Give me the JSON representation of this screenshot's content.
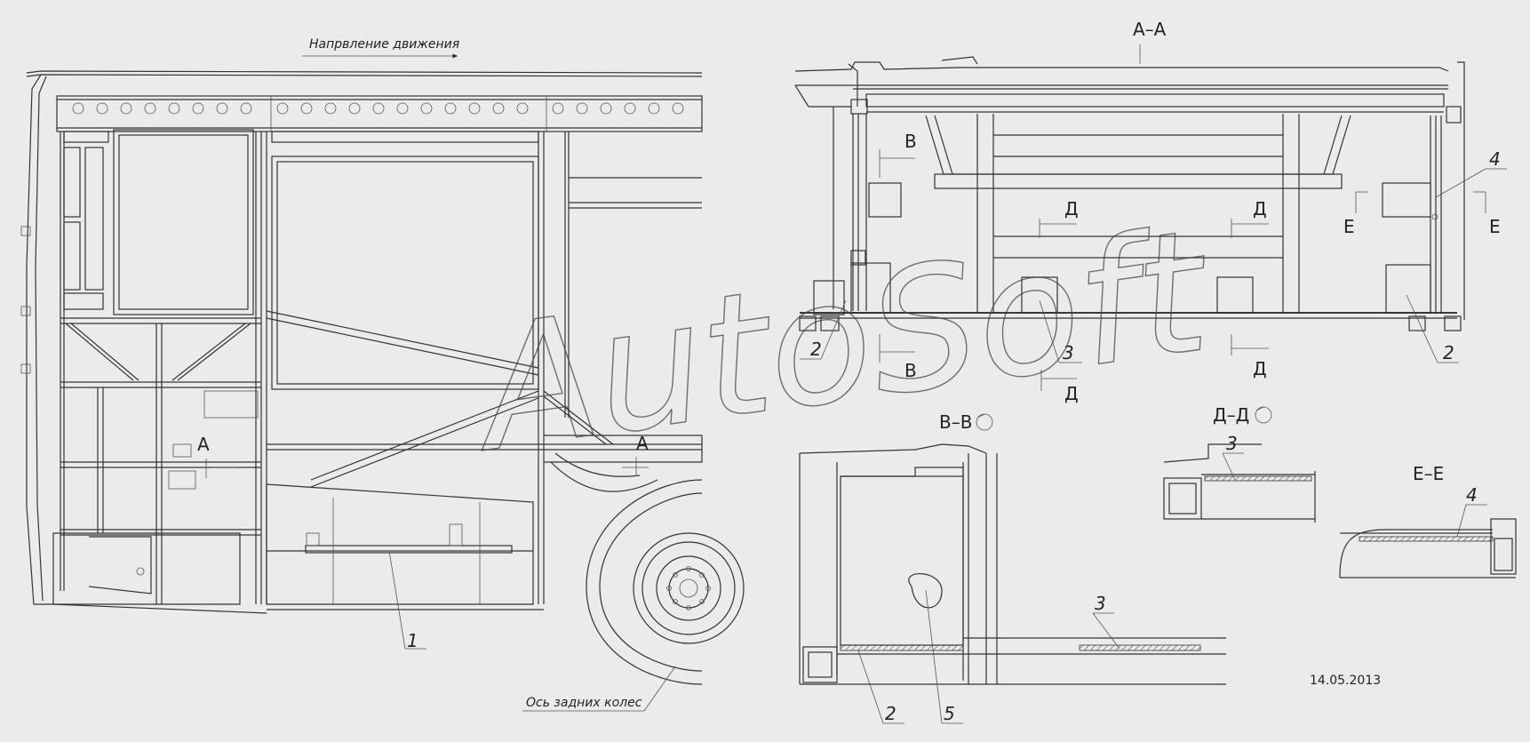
{
  "labels": {
    "direction": "Напрвление движения",
    "rear_axle": "Ось задних колес",
    "date": "14.05.2013",
    "watermark": "AutoSoft"
  },
  "sections": {
    "aa": "А–А",
    "bb": "В–В",
    "dd": "Д–Д",
    "ee": "Е–Е"
  },
  "cut_letters": {
    "a": "А",
    "b": "В",
    "d": "Д",
    "e": "Е"
  },
  "parts": {
    "p1": "1",
    "p2": "2",
    "p3": "3",
    "p4": "4",
    "p5": "5"
  }
}
